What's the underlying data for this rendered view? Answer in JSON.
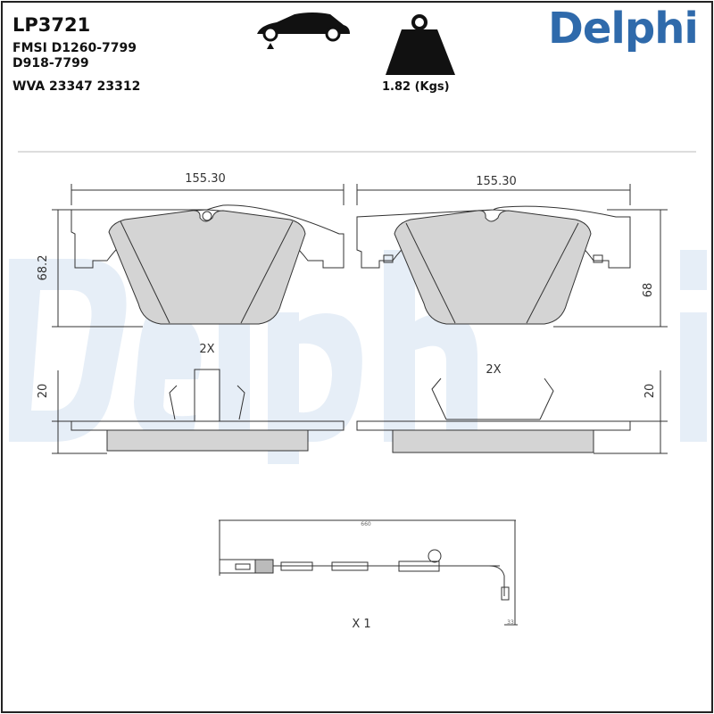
{
  "product": {
    "code": "LP3721",
    "fmsi_line1": "FMSI D1260-7799",
    "fmsi_line2": "D918-7799",
    "wva": "WVA 23347 23312",
    "weight": "1.82 (Kgs)",
    "axle_icon": "car-front-axle-icon",
    "weight_icon": "weight-icon"
  },
  "brand": {
    "name": "Delphi",
    "color": "#2f6aab",
    "watermark": "Delphi"
  },
  "drawing": {
    "left_pad": {
      "width": "155.30",
      "height": "68.2",
      "thickness": "20",
      "quantity": "2X"
    },
    "right_pad": {
      "width": "155.30",
      "height": "68",
      "thickness": "20",
      "quantity": "2X"
    },
    "sensor": {
      "length": "660",
      "tip": "33",
      "quantity": "X 1"
    },
    "pad_fill": "#d4d4d4"
  }
}
